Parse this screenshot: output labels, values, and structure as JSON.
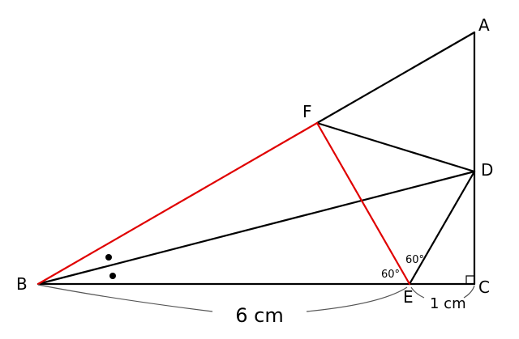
{
  "points": {
    "A": "A",
    "B": "B",
    "C": "C",
    "D": "D",
    "E": "E",
    "F": "F"
  },
  "angles": {
    "feb": "60°",
    "fed": "60°"
  },
  "lengths": {
    "be": "6 cm",
    "ec": "1 cm"
  },
  "colors": {
    "black": "#000000",
    "red": "#e00000",
    "brace": "#555555"
  }
}
